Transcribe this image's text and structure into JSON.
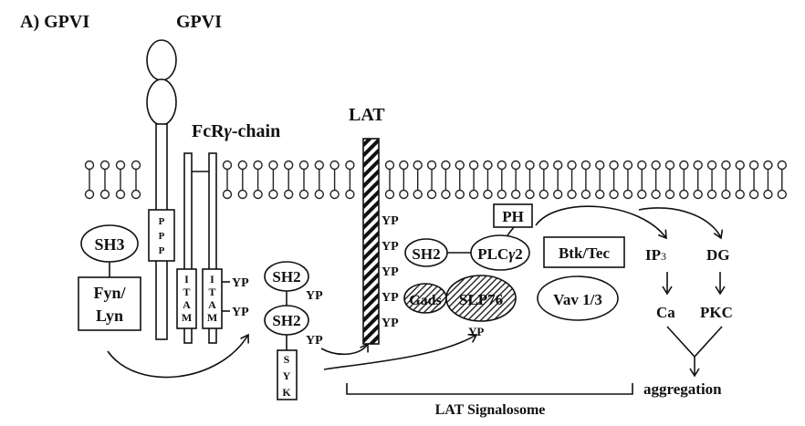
{
  "panel_title": "A) GPVI",
  "receptors": {
    "gpvi_label": "GPVI",
    "fcr_label_prefix": "FcR",
    "fcr_label_greek": "γ",
    "fcr_label_suffix": "-chain",
    "lat_label": "LAT"
  },
  "gpvi_domain": {
    "ppp_letters": [
      "P",
      "P",
      "P"
    ]
  },
  "fcr_itam": {
    "letters": [
      "I",
      "T",
      "A",
      "M"
    ],
    "yp_labels": [
      "YP",
      "YP"
    ]
  },
  "src_kinase": {
    "sh3_label": "SH3",
    "kinase_line1": "Fyn/",
    "kinase_line2": "Lyn"
  },
  "syk": {
    "sh2_top": "SH2",
    "sh2_bottom": "SH2",
    "yp_mid": "YP",
    "yp_low": "YP",
    "letters": [
      "S",
      "Y",
      "K"
    ]
  },
  "lat_yp": [
    "YP",
    "YP",
    "YP",
    "YP",
    "YP"
  ],
  "signalosome": {
    "sh2": "SH2",
    "plc_prefix": "PLC",
    "plc_greek": "γ",
    "plc_suffix": "2",
    "ph": "PH",
    "btk": "Btk/Tec",
    "gads": "Gads",
    "slp76": "SLP76",
    "slp_yp": "YP",
    "vav": "Vav 1/3",
    "bracket_label": "LAT Signalosome"
  },
  "downstream": {
    "ip3_base": "IP",
    "ip3_sub": "3",
    "dg": "DG",
    "ca": "Ca",
    "pkc": "PKC",
    "aggregation": "aggregation"
  }
}
